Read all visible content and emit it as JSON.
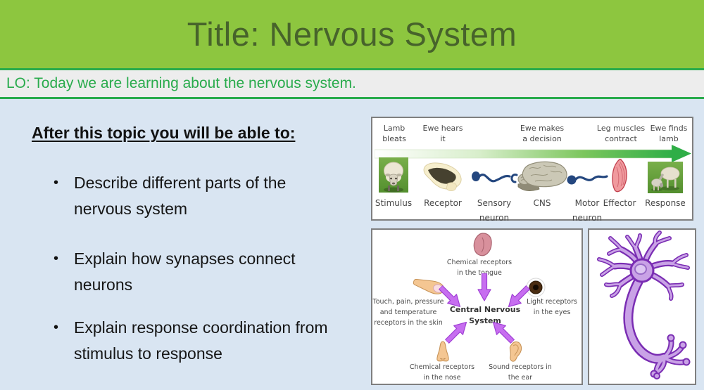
{
  "header": {
    "title": "Title: Nervous System"
  },
  "lo_bar": {
    "text": "LO: Today we are learning about the nervous system."
  },
  "objectives": {
    "heading": "After this topic you will be able to:",
    "bullet_char": "•",
    "bullets": [
      {
        "lines": [
          "Describe different parts of the",
          "nervous system"
        ]
      },
      {
        "lines": [
          "Explain how synapses connect",
          "neurons"
        ]
      },
      {
        "lines": [
          "Explain response coordination from",
          "stimulus to response"
        ]
      }
    ]
  },
  "flow_panel": {
    "stages": [
      {
        "lines": [
          "Lamb",
          "bleats"
        ]
      },
      {
        "lines": [
          "Ewe hears",
          "it"
        ]
      },
      {
        "lines": [
          "Ewe makes",
          "a decision"
        ]
      },
      {
        "lines": [
          "Leg muscles",
          "contract"
        ]
      },
      {
        "lines": [
          "Ewe finds",
          "lamb"
        ]
      }
    ],
    "steps": [
      {
        "icon": "sheep-photo",
        "lines": [
          "Stimulus",
          ""
        ]
      },
      {
        "icon": "sheep-ear",
        "lines": [
          "Receptor",
          ""
        ]
      },
      {
        "icon": "sensory-neuron",
        "lines": [
          "Sensory",
          "neuron"
        ]
      },
      {
        "icon": "brain",
        "lines": [
          "CNS",
          ""
        ]
      },
      {
        "icon": "motor-neuron",
        "lines": [
          "Motor",
          "neuron"
        ]
      },
      {
        "icon": "muscle",
        "lines": [
          "Effector",
          ""
        ]
      },
      {
        "icon": "ewe-and-lamb-photo",
        "lines": [
          "Response",
          ""
        ]
      }
    ]
  },
  "hub_panel": {
    "center": {
      "lines": [
        "Central Nervous",
        "System"
      ]
    },
    "nodes": [
      {
        "icon": "tongue",
        "lines": [
          "Chemical receptors",
          "in the tongue"
        ]
      },
      {
        "icon": "finger",
        "lines": [
          "Touch, pain, pressure",
          "and temperature",
          "receptors in the skin"
        ]
      },
      {
        "icon": "eye",
        "lines": [
          "Light receptors",
          "in the eyes"
        ]
      },
      {
        "icon": "nose",
        "lines": [
          "Chemical receptors",
          "in the nose"
        ]
      },
      {
        "icon": "ear",
        "lines": [
          "Sound receptors in",
          "the ear"
        ]
      }
    ]
  },
  "neuron_panel": {
    "icon": "neuron-illustration"
  },
  "colors": {
    "banner_bg": "#8dc63f",
    "banner_text": "#47632b",
    "lo_green": "#29ab4c",
    "lo_bg": "#ededed",
    "slide_bg": "#d9e5f2",
    "panel_border": "#7f7f7f",
    "flow_arrow_green": "#2fae47",
    "purple_arrow": "#c76ef0",
    "neuron_fill": "#c9a2e6",
    "neuron_outline": "#7a2db3",
    "neuron_blue": "#24477f",
    "muscle_pink": "#f09a9e",
    "body_text": "#161616"
  }
}
